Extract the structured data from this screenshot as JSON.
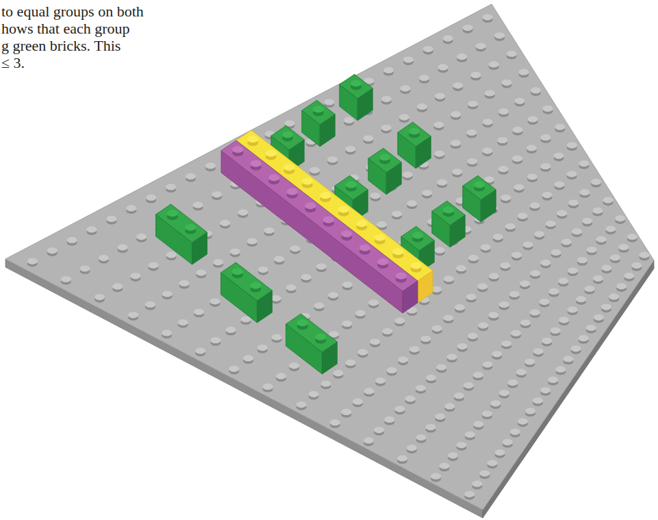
{
  "diagram": {
    "labels": [
      "to equal groups on both",
      "hows that each group",
      "g green bricks. This",
      "≤ 3."
    ]
  }
}
